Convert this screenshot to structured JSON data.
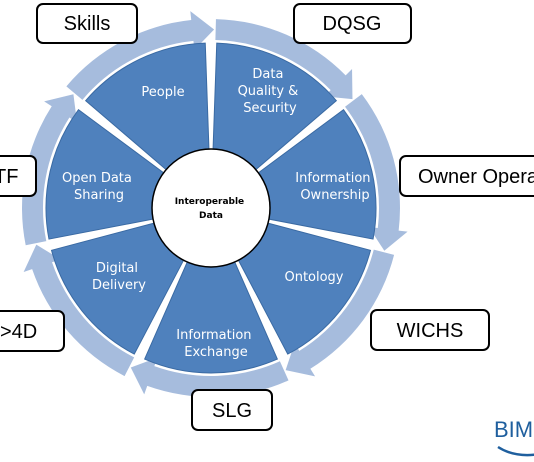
{
  "hub": {
    "line1": "Interoperable",
    "line2": "Data"
  },
  "segments": [
    {
      "name": "people",
      "lines": [
        "People"
      ]
    },
    {
      "name": "data-quality-security",
      "lines": [
        "Data",
        "Quality &",
        "Security"
      ]
    },
    {
      "name": "information-ownership",
      "lines": [
        "Information",
        "Ownership"
      ]
    },
    {
      "name": "ontology",
      "lines": [
        "Ontology"
      ]
    },
    {
      "name": "information-exchange",
      "lines": [
        "Information",
        "Exchange"
      ]
    },
    {
      "name": "digital-delivery",
      "lines": [
        "Digital",
        "Delivery"
      ]
    },
    {
      "name": "open-data-sharing",
      "lines": [
        "Open Data",
        "Sharing"
      ]
    }
  ],
  "boxes": {
    "skills": "Skills",
    "dqsg": "DQSG",
    "owner_operator": "Owner Opera",
    "wichs": "WICHS",
    "slg": "SLG",
    "four_d": ">4D",
    "left_tf": "TF"
  },
  "logo": {
    "text": "BIM"
  },
  "colors": {
    "segment_fill": "#4f81bd",
    "segment_edge": "#3a6aa3",
    "ring_arrow": "#a6bcdd",
    "hub_fill": "#ffffff",
    "box_border": "#000000",
    "logo": "#1f5f9e"
  }
}
